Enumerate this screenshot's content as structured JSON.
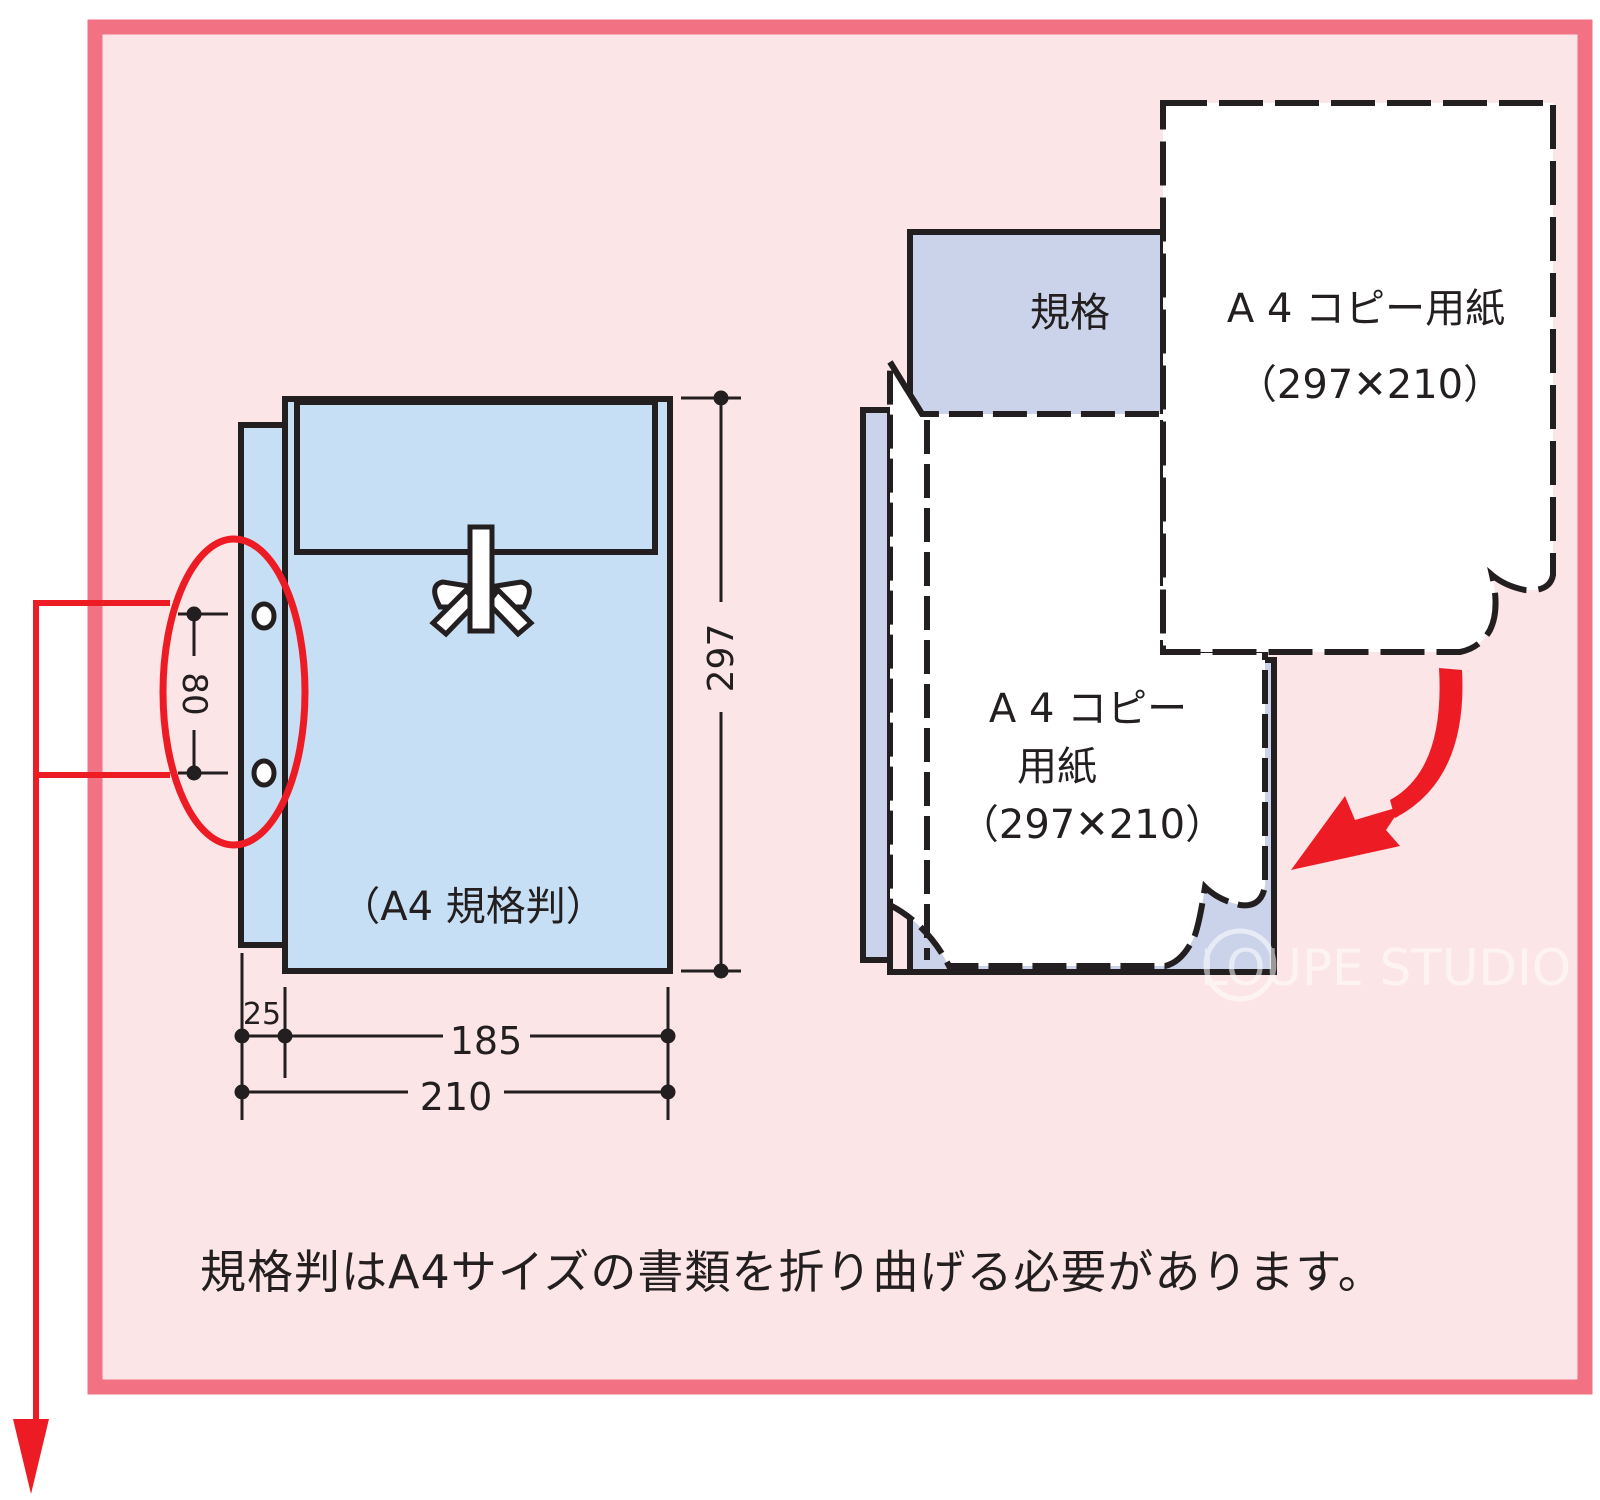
{
  "colors": {
    "frame_border": "#f27182",
    "frame_fill": "#fce5e6",
    "envelope_fill": "#c7dff4",
    "standard_fill": "#cbd3ea",
    "paper_fill": "#ffffff",
    "outline": "#231f20",
    "accent_red": "#ed1c24",
    "watermark": "#ffffff"
  },
  "left_diagram": {
    "label": "（A4 規格判）",
    "dimensions": {
      "height": "297",
      "hole_spacing": "80",
      "binding_margin": "25",
      "inner_width": "185",
      "total_width": "210"
    },
    "icons": [
      "ribbon-bow-icon",
      "punch-hole-icon"
    ]
  },
  "right_diagram": {
    "standard_label": "規格",
    "paper_top": {
      "line1": "A 4 コピー用紙",
      "line2": "（297✕210）"
    },
    "paper_bottom": {
      "line1": "A 4 コピー",
      "line2": "用紙",
      "line3": "（297✕210）"
    }
  },
  "caption": "規格判はA4サイズの書類を折り曲げる必要があります。",
  "watermark": "LOUPE STUDIO"
}
